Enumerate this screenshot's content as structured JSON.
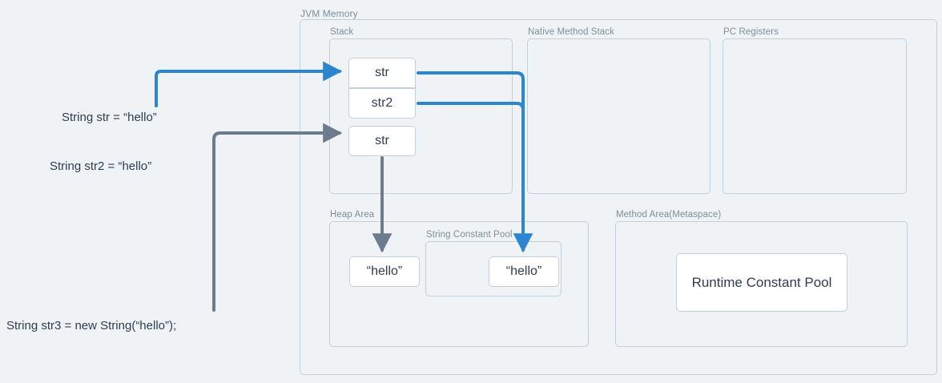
{
  "diagram": {
    "title": "JVM Memory",
    "containers": {
      "jvm_memory": {
        "label": "JVM Memory"
      },
      "stack": {
        "label": "Stack"
      },
      "native_method_stack": {
        "label": "Native Method Stack"
      },
      "pc_registers": {
        "label": "PC Registers"
      },
      "heap_area": {
        "label": "Heap Area"
      },
      "string_constant_pool": {
        "label": "String Constant Pool"
      },
      "method_area": {
        "label": "Method Area(Metaspace)"
      }
    },
    "stack_frames": [
      {
        "label": "str"
      },
      {
        "label": "str2"
      },
      {
        "label": "str"
      }
    ],
    "heap_objects": [
      {
        "label": "“hello”"
      }
    ],
    "pool_objects": [
      {
        "label": "“hello”"
      }
    ],
    "method_area_objects": [
      {
        "label": "Runtime Constant Pool"
      }
    ],
    "code_captions": [
      {
        "label": "String str = “hello”"
      },
      {
        "label": "String str2 = “hello”"
      },
      {
        "label": "String str3 = new String(“hello”);"
      }
    ],
    "colors": {
      "accent_blue": "#2b85d0",
      "accent_gray": "#6c7c8c",
      "border": "#c3d0da",
      "background": "#eff3f6",
      "text": "#2e3d4f",
      "label_text": "#7e8e9c",
      "box_fill": "#ffffff"
    }
  }
}
